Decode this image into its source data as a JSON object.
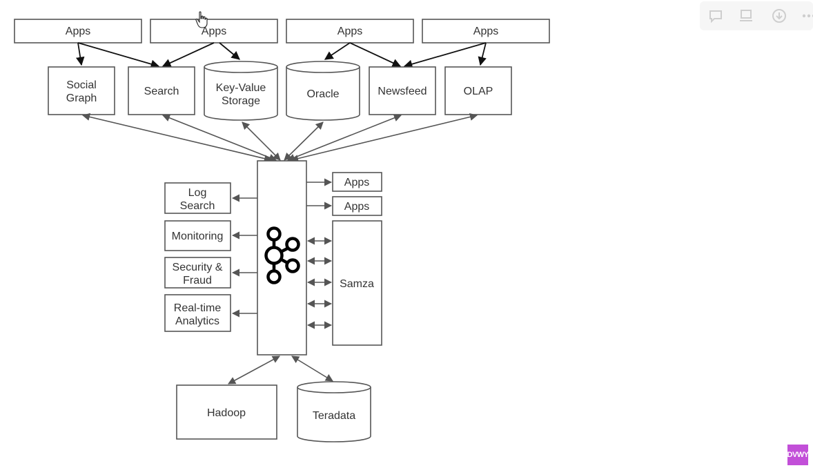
{
  "diagram": {
    "top_apps": [
      "Apps",
      "Apps",
      "Apps",
      "Apps"
    ],
    "stores": {
      "social_graph": [
        "Social",
        "Graph"
      ],
      "search": "Search",
      "key_value": [
        "Key-Value",
        "Storage"
      ],
      "oracle": "Oracle",
      "newsfeed": "Newsfeed",
      "olap": "OLAP"
    },
    "consumers_left": {
      "log_search": [
        "Log",
        "Search"
      ],
      "monitoring": "Monitoring",
      "security_fraud": [
        "Security &",
        "Fraud"
      ],
      "realtime_analytics": [
        "Real-time",
        "Analytics"
      ]
    },
    "consumers_right": {
      "apps_1": "Apps",
      "apps_2": "Apps",
      "samza": "Samza"
    },
    "bottom": {
      "hadoop": "Hadoop",
      "teradata": "Teradata"
    },
    "hub_icon": "kafka-logo-icon"
  },
  "toolbar_icons": [
    "comment-icon",
    "present-icon",
    "download-icon",
    "more-icon"
  ],
  "badge": "DVWY",
  "colors": {
    "line": "#555555",
    "dark_arrow": "#111111",
    "badge_bg": "#c24fd8",
    "toolbar_bg": "#f6f6f6"
  }
}
